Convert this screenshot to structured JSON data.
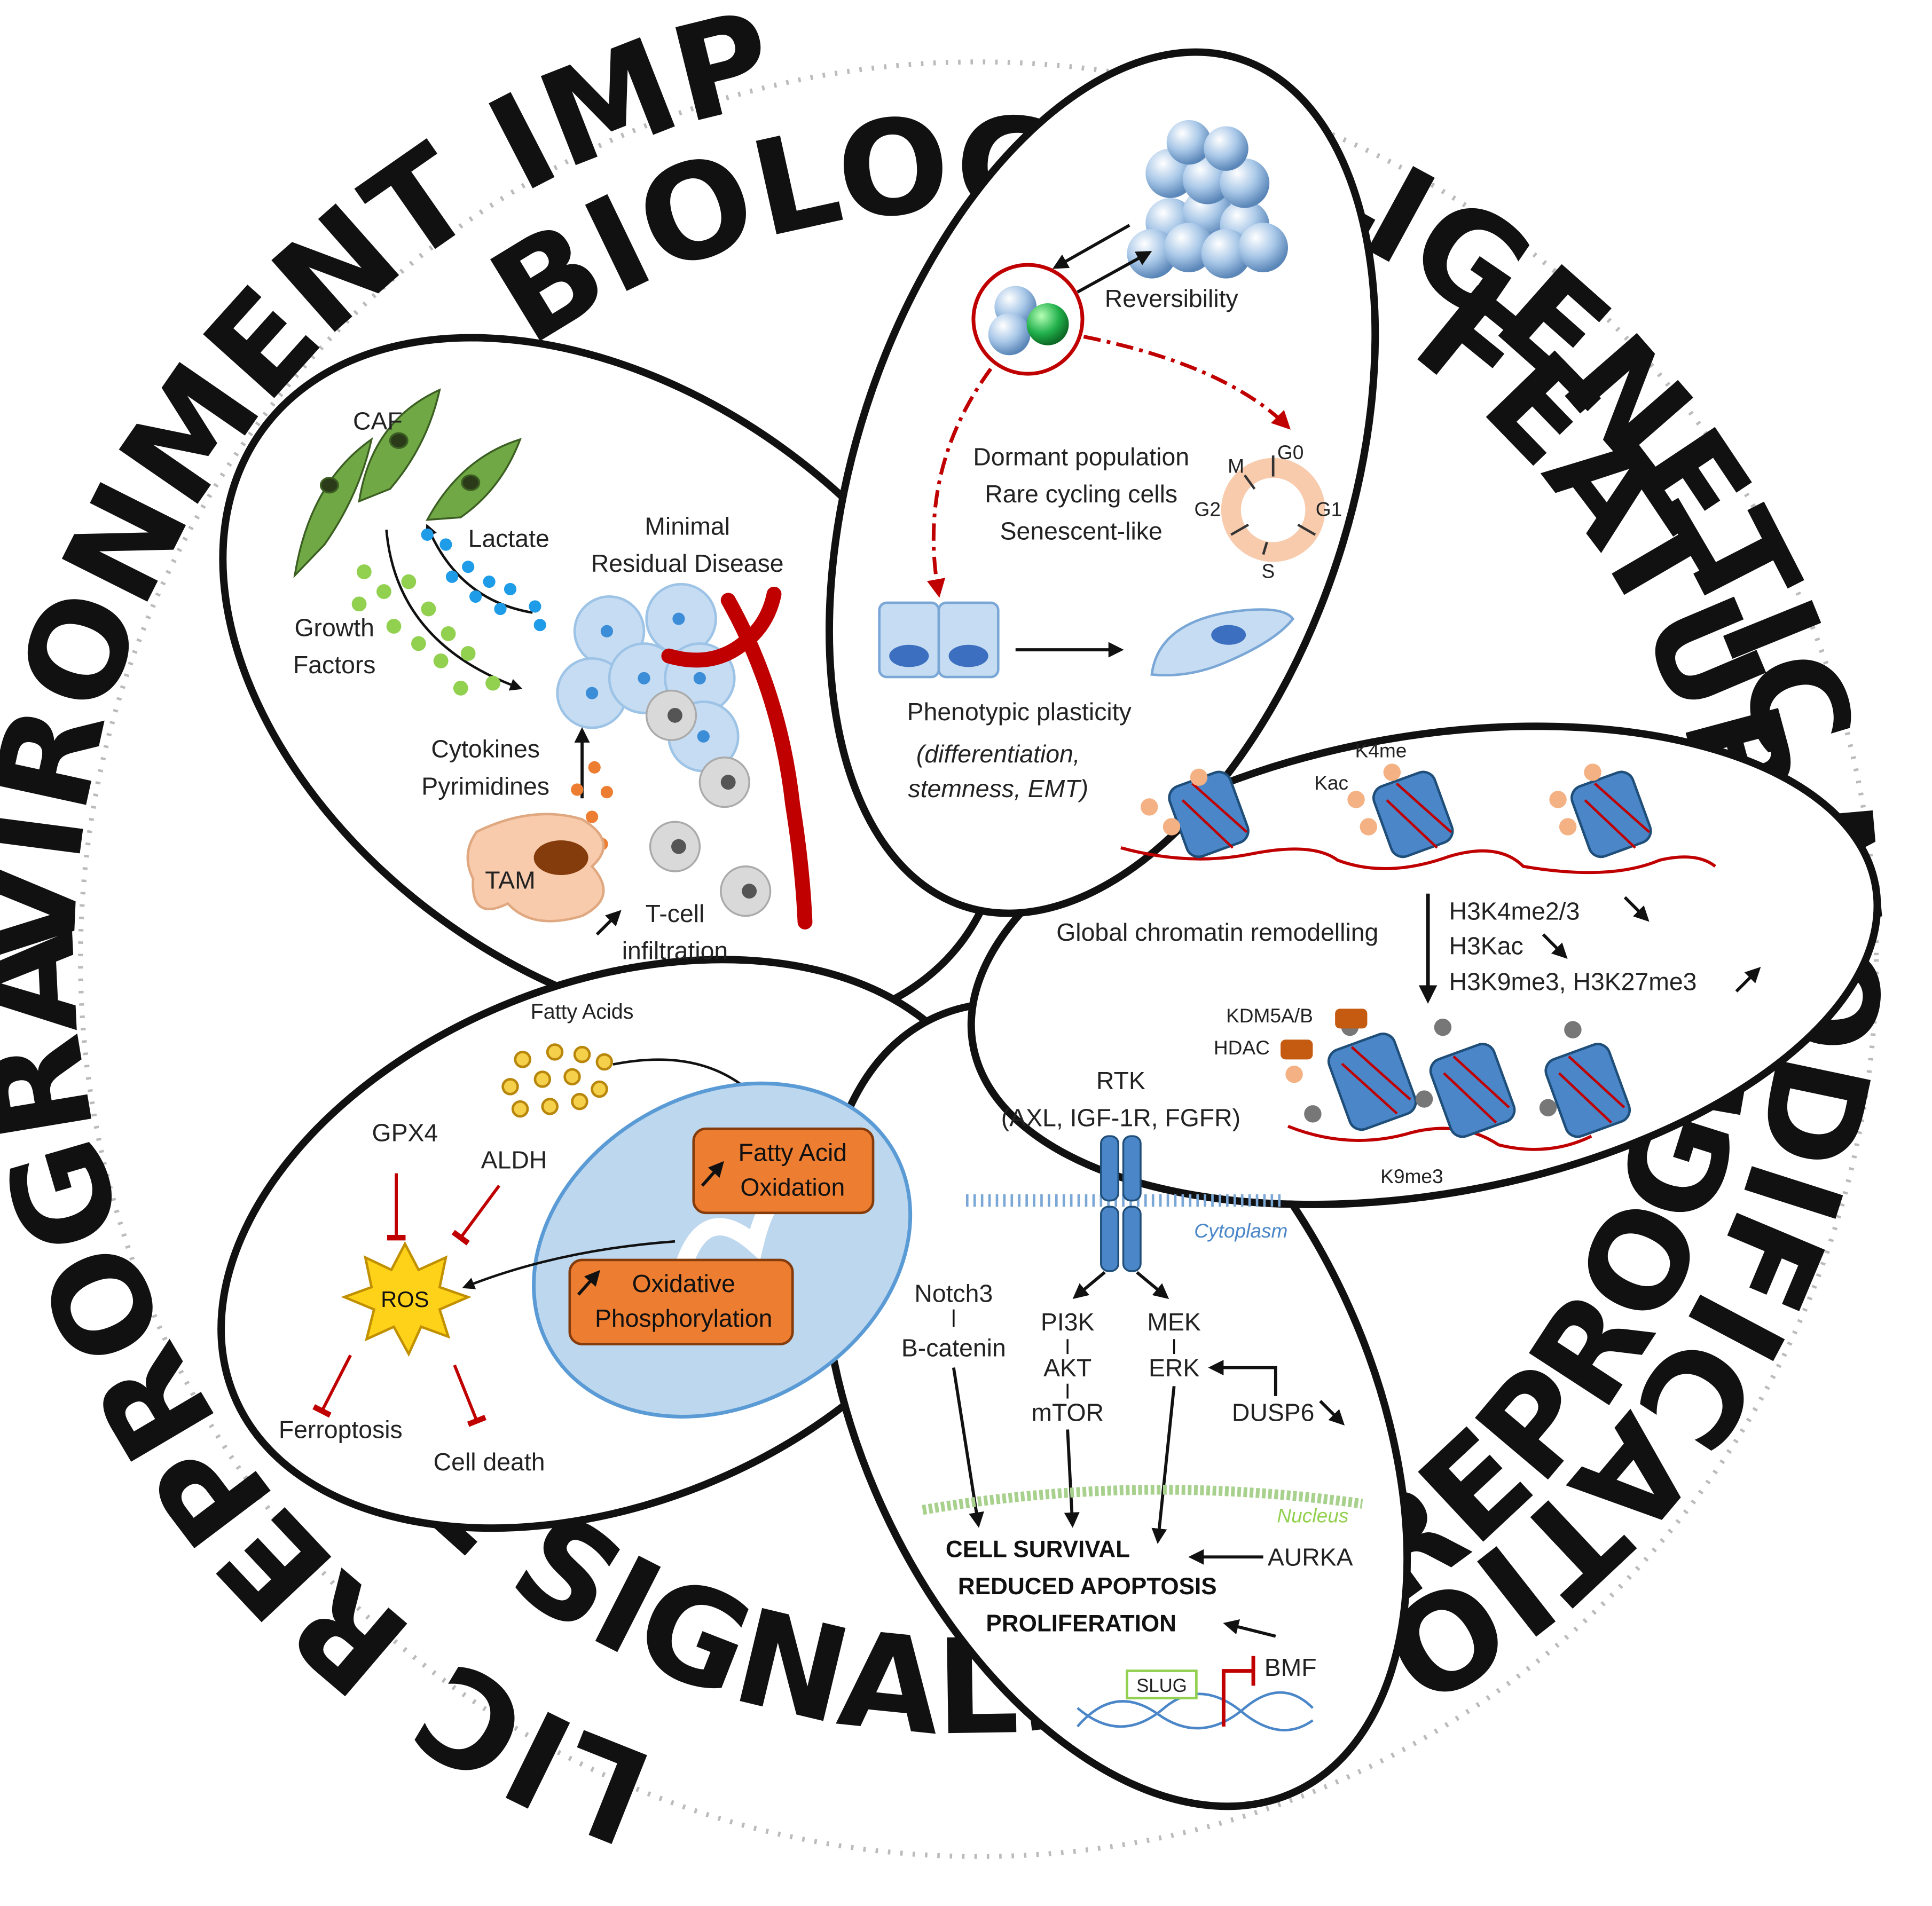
{
  "section_titles": {
    "biological": "BIOLOGICAL FEATURES",
    "epigenetic": "EPIGENETIC MODIFICATIONS",
    "signalling": "CELL SIGNALLING REPROGRAMMING",
    "metabolic": "METABOLIC REPROGRAMMING",
    "microenvironment": "MICROENVIRONMENT IMPLICATIONS"
  },
  "biological": {
    "reversibility": "Reversibility",
    "dormant": "Dormant population",
    "rare": "Rare cycling cells",
    "senescent": "Senescent-like",
    "cycle": {
      "m": "M",
      "g0": "G0",
      "g1": "G1",
      "g2": "G2",
      "s": "S"
    },
    "plasticity": "Phenotypic plasticity",
    "plasticity_detail_1": "(differentiation,",
    "plasticity_detail_2": "stemness, EMT)"
  },
  "epigenetic": {
    "k4me": "K4me",
    "kac": "Kac",
    "global": "Global chromatin remodelling",
    "h3k4": "H3K4me2/3",
    "h3kac": "H3Kac",
    "h3k9": "H3K9me3, H3K27me3",
    "kdm": "KDM5A/B",
    "hdac": "HDAC",
    "k9me3": "K9me3"
  },
  "signalling": {
    "rtk": "RTK",
    "rtk_list": "(AXL, IGF-1R, FGFR)",
    "cytoplasm": "Cytoplasm",
    "notch3": "Notch3",
    "bcatenin": "B-catenin",
    "pi3k": "PI3K",
    "akt": "AKT",
    "mtor": "mTOR",
    "mek": "MEK",
    "erk": "ERK",
    "dusp6": "DUSP6",
    "nucleus": "Nucleus",
    "aurka": "AURKA",
    "survival": "CELL SURVIVAL",
    "apoptosis": "REDUCED APOPTOSIS",
    "proliferation": "PROLIFERATION",
    "slug": "SLUG",
    "bmf": "BMF"
  },
  "metabolic": {
    "fatty_acids": "Fatty Acids",
    "gpx4": "GPX4",
    "aldh": "ALDH",
    "ros": "ROS",
    "fao_1": "Fatty Acid",
    "fao_2": "Oxidation",
    "oxphos_1": "Oxidative",
    "oxphos_2": "Phosphorylation",
    "ferroptosis": "Ferroptosis",
    "cell_death": "Cell death"
  },
  "microenvironment": {
    "caf": "CAF",
    "lactate": "Lactate",
    "mrd_1": "Minimal",
    "mrd_2": "Residual Disease",
    "growth_1": "Growth",
    "growth_2": "Factors",
    "cytokines": "Cytokines",
    "pyrimidines": "Pyrimidines",
    "tam": "TAM",
    "tcell_1": "T-cell",
    "tcell_2": "infiltration"
  },
  "colors": {
    "dark_red": "#c00000",
    "blue_cell": "#9dc3e6",
    "orange_box": "#ed7d31",
    "green_caf": "#70a845",
    "ros_yellow": "#ffd21a",
    "fatty_gold": "#d4a017",
    "nucleosome_blue": "#4a86c8"
  }
}
